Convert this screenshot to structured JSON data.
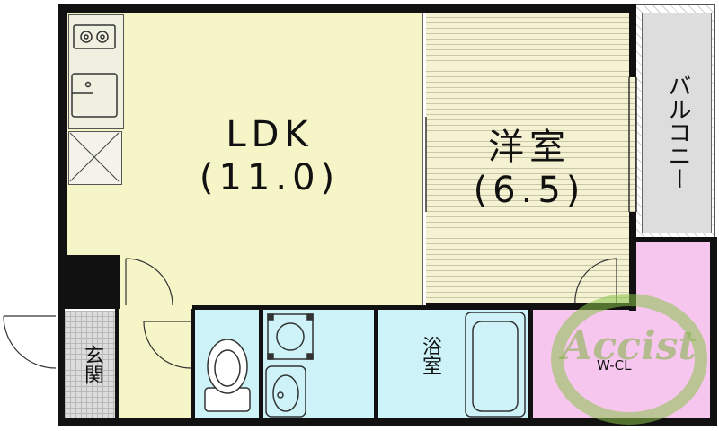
{
  "rooms": {
    "ldk": {
      "name": "LDK",
      "size": "(11.0)"
    },
    "western_room": {
      "name": "洋室",
      "size": "(6.5)"
    },
    "balcony": {
      "name": "バルコニー"
    },
    "entrance": {
      "name": "玄関"
    },
    "bathroom": {
      "name": "浴室"
    },
    "walk_in_closet": {
      "name": "W-CL"
    }
  },
  "watermark": {
    "text": "Accist"
  },
  "colors": {
    "ldk": "#f6f5c8",
    "western_room": "#f4f2d2",
    "water_area": "#cdf3f8",
    "closet": "#f7c6ee",
    "balcony": "#dddddd",
    "wall": "#111111",
    "watermark": "#8bc34a"
  }
}
